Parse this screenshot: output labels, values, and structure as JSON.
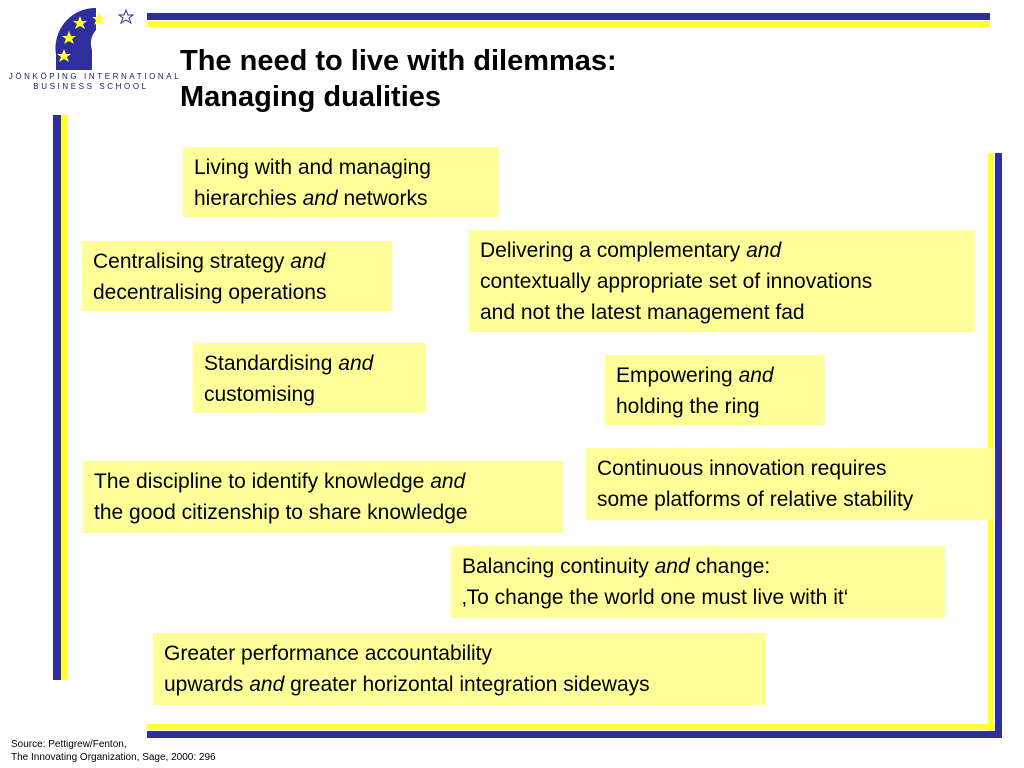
{
  "logo": {
    "line1": "JÖNKÖPING INTERNATIONAL",
    "line2": "BUSINESS SCHOOL"
  },
  "title": {
    "line1": "The need to live with dilemmas:",
    "line2": "Managing dualities"
  },
  "boxes": [
    {
      "a": "Living with and managing",
      "b": "hierarchies ",
      "c": "and",
      "d": " networks"
    },
    {
      "a": "Centralising strategy ",
      "b": "and",
      "c": "decentralising operations"
    },
    {
      "a": "Delivering a complementary ",
      "b": "and",
      "c": "contextually appropriate set of innovations",
      "d": "and not the latest management fad"
    },
    {
      "a": "Standardising ",
      "b": "and",
      "c": "customising"
    },
    {
      "a": "Empowering ",
      "b": "and",
      "c": "holding the ring"
    },
    {
      "a": "Continuous innovation requires",
      "b": "some platforms of relative stability"
    },
    {
      "a": "The discipline to identify knowledge ",
      "b": "and",
      "c": "the good citizenship to share knowledge"
    },
    {
      "a": "Balancing continuity ",
      "b": "and",
      "c": " change:",
      "d": "‚To change the world one must live with it‘"
    },
    {
      "a": "Greater performance accountability",
      "b": "upwards ",
      "c": "and",
      "d": " greater horizontal integration sideways"
    }
  ],
  "source": {
    "line1": "Source: Pettigrew/Fenton,",
    "line2": "The Innovating Organization, Sage, 2000: 296"
  },
  "colors": {
    "frame_blue": "#2e2e9c",
    "frame_yellow": "#ffff33",
    "box_fill": "#ffff99"
  }
}
